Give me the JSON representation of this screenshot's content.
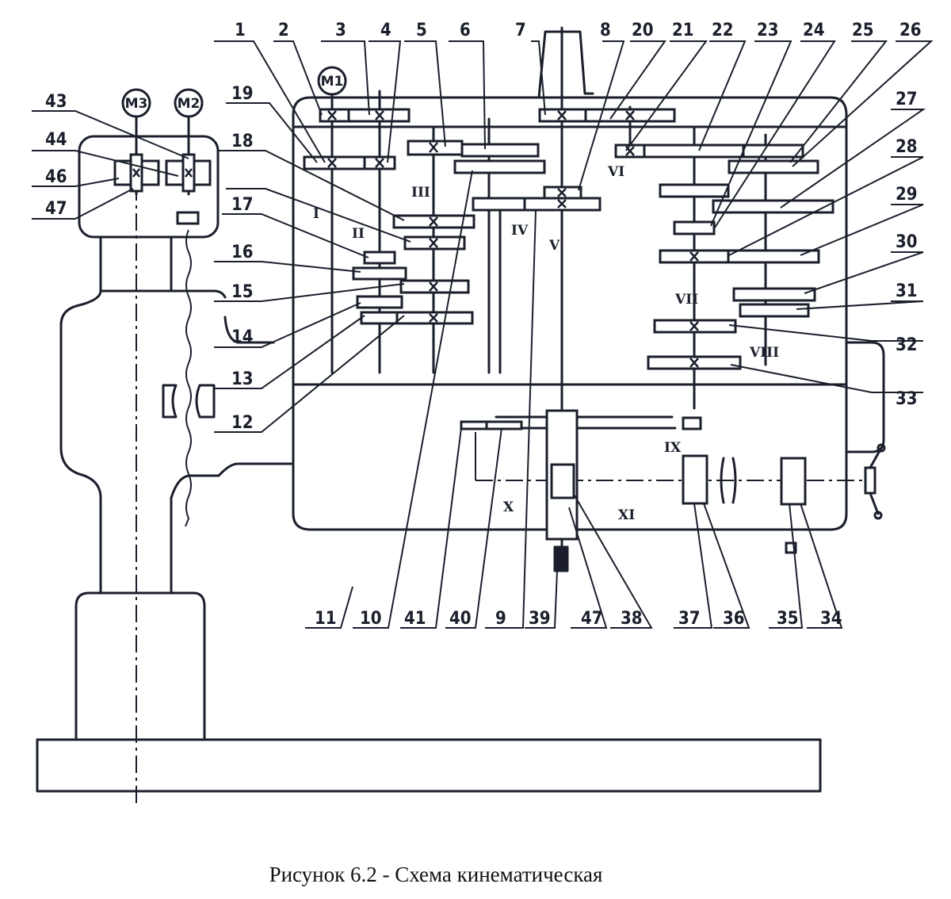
{
  "caption": "Рисунок 6.2 - Схема кинематическая",
  "motors": [
    "M1",
    "M2",
    "M3"
  ],
  "part_labels": {
    "top": [
      "1",
      "2",
      "3",
      "4",
      "5",
      "6",
      "7",
      "8",
      "20",
      "21",
      "22",
      "23",
      "24",
      "25",
      "26"
    ],
    "right": [
      "27",
      "28",
      "29",
      "30",
      "31",
      "32",
      "33"
    ],
    "left": [
      "19",
      "18",
      "17",
      "16",
      "15",
      "14",
      "13",
      "12"
    ],
    "left_box": [
      "43",
      "44",
      "46",
      "47"
    ],
    "bottom": [
      "11",
      "10",
      "41",
      "40",
      "9",
      "39",
      "47",
      "38",
      "37",
      "36",
      "35",
      "34"
    ]
  },
  "shaft_labels": [
    "I",
    "II",
    "III",
    "IV",
    "V",
    "VI",
    "VII",
    "VIII",
    "IX",
    "X",
    "XI"
  ],
  "colors": {
    "ink": "#1a1f2b",
    "background": "#ffffff"
  }
}
